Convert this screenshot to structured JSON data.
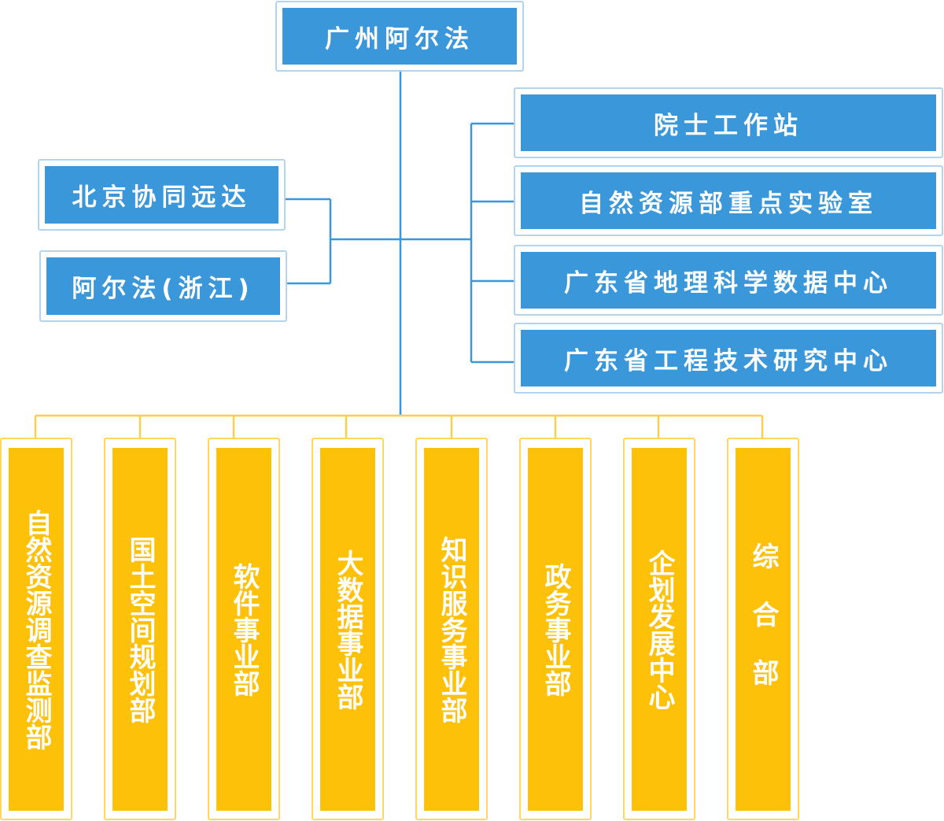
{
  "root": {
    "label": "广州阿尔法"
  },
  "left_units": [
    {
      "label": "北京协同远达"
    },
    {
      "label": "阿尔法(浙江)"
    }
  ],
  "right_units": [
    {
      "label": "院士工作站"
    },
    {
      "label": "自然资源部重点实验室"
    },
    {
      "label": "广东省地理科学数据中心"
    },
    {
      "label": "广东省工程技术研究中心"
    }
  ],
  "departments": [
    {
      "label": "自然资源调查监测部"
    },
    {
      "label": "国土空间规划部"
    },
    {
      "label": "软件事业部"
    },
    {
      "label": "大数据事业部"
    },
    {
      "label": "知识服务事业部"
    },
    {
      "label": "政务事业部"
    },
    {
      "label": "企划发展中心"
    },
    {
      "label": "综合部"
    }
  ],
  "colors": {
    "blue_fill": "#3a97da",
    "blue_border": "#b3d4ee",
    "blue_line": "#3a97da",
    "yellow_fill": "#fdc10a",
    "yellow_border": "#ffd75e",
    "yellow_line": "#f7cf52"
  }
}
